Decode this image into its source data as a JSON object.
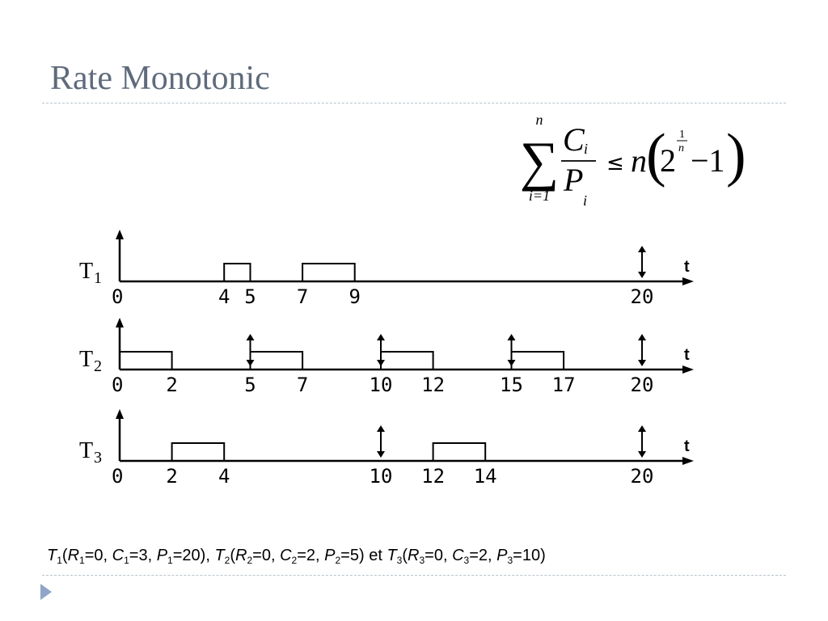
{
  "slide": {
    "title": "Rate Monotonic"
  },
  "formula": {
    "sum_upper": "n",
    "sum_lower": "i=1",
    "numerator": "C",
    "numerator_sub": "i",
    "denominator": "P",
    "denominator_sub": "i",
    "rhs_n": "n",
    "rhs_base": "2",
    "rhs_exp_num": "1",
    "rhs_exp_den": "n",
    "rhs_minus": "−1"
  },
  "timeline": {
    "axis_label": "t",
    "tasks": [
      {
        "label": "T",
        "sub": "1",
        "ticks": [
          "0",
          "4",
          "5",
          "7",
          "9",
          "20"
        ],
        "tick_values": [
          0,
          4,
          5,
          7,
          9,
          20
        ],
        "executions": [
          [
            4,
            5
          ],
          [
            7,
            9
          ]
        ],
        "arrivals": [
          20
        ]
      },
      {
        "label": "T",
        "sub": "2",
        "ticks": [
          "0",
          "2",
          "5",
          "7",
          "10",
          "12",
          "15",
          "17",
          "20"
        ],
        "tick_values": [
          0,
          2,
          5,
          7,
          10,
          12,
          15,
          17,
          20
        ],
        "executions": [
          [
            0,
            2
          ],
          [
            5,
            7
          ],
          [
            10,
            12
          ],
          [
            15,
            17
          ]
        ],
        "arrivals": [
          5,
          10,
          15,
          20
        ]
      },
      {
        "label": "T",
        "sub": "3",
        "ticks": [
          "0",
          "2",
          "4",
          "10",
          "12",
          "14",
          "20"
        ],
        "tick_values": [
          0,
          2,
          4,
          10,
          12,
          14,
          20
        ],
        "executions": [
          [
            2,
            4
          ],
          [
            12,
            14
          ]
        ],
        "arrivals": [
          10,
          20
        ]
      }
    ]
  },
  "caption": {
    "t1": "T",
    "t1_sub": "1",
    "t1_body_a": "(",
    "r1": "R",
    "r1_sub": "1",
    "r1_val": "=0, ",
    "c1": "C",
    "c1_sub": "1",
    "c1_val": "=3, ",
    "p1": "P",
    "p1_sub": "1",
    "p1_val": "=20), ",
    "t2": "T",
    "t2_sub": "2",
    "t2_body_a": "(",
    "r2": "R",
    "r2_sub": "2",
    "r2_val": "=0, ",
    "c2": "C",
    "c2_sub": "2",
    "c2_val": "=2, ",
    "p2": "P",
    "p2_sub": "2",
    "p2_val": "=5)  et ",
    "t3": "T",
    "t3_sub": "3",
    "t3_body_a": "(",
    "r3": "R",
    "r3_sub": "3",
    "r3_val": "=0, ",
    "c3": "C",
    "c3_sub": "3",
    "c3_val": "=2, ",
    "p3": "P",
    "p3_sub": "3",
    "p3_val": "=10)"
  },
  "colors": {
    "title": "#5f6b7c",
    "rule": "#b8c4cc",
    "nav_arrow": "#8fa6c8",
    "ink": "#000000"
  },
  "icons": {
    "nav": "triangle-right-icon"
  }
}
